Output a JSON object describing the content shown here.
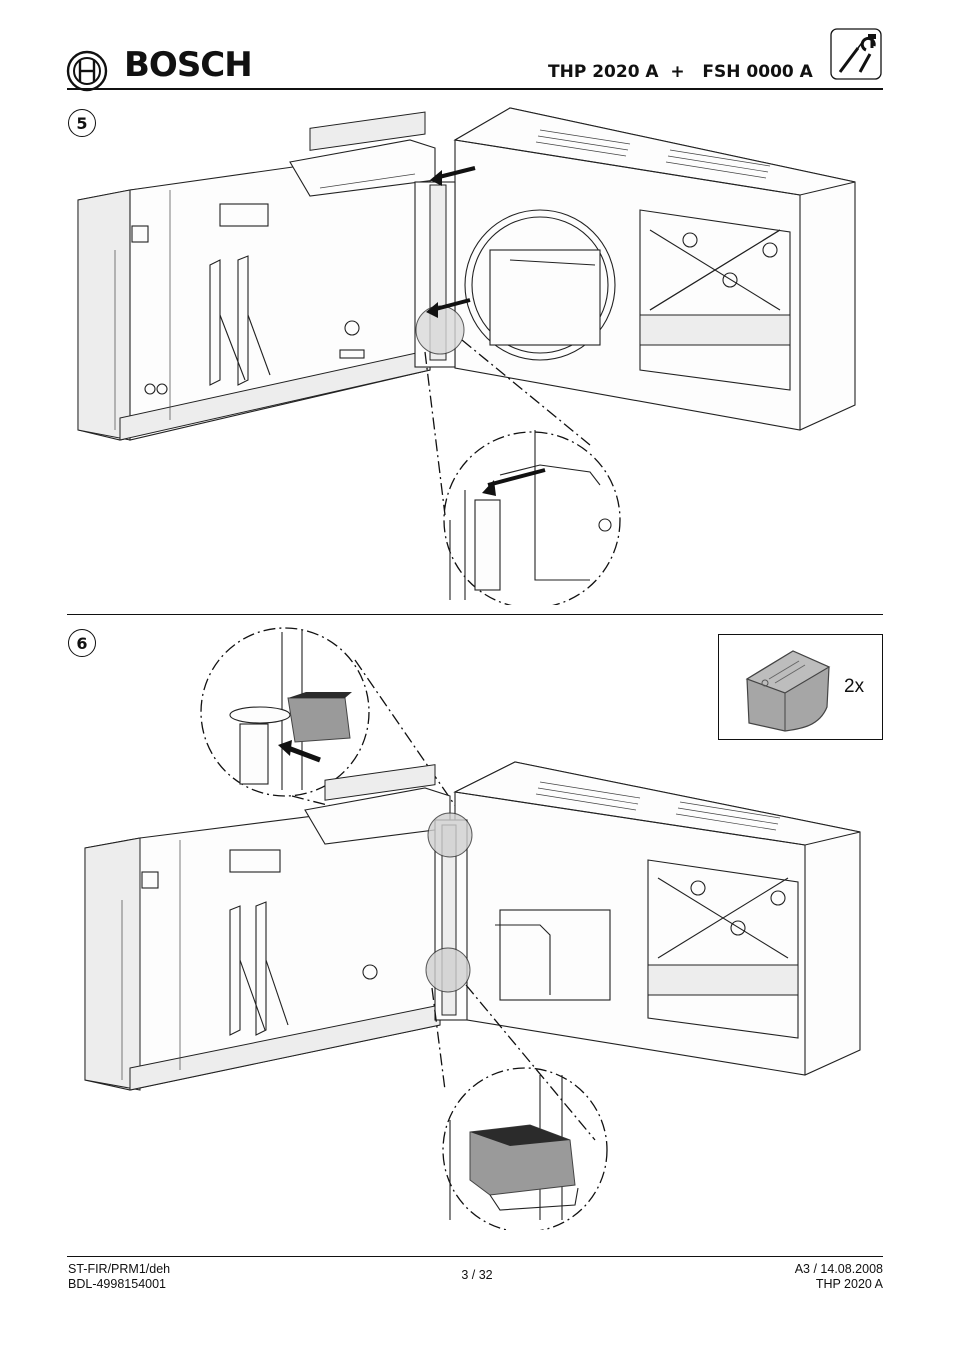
{
  "header": {
    "brand": "BOSCH",
    "title": "THP 2020 A  +   FSH 0000 A",
    "tool_icon": "screwdriver-wrench-icon"
  },
  "steps": [
    {
      "number": "5"
    },
    {
      "number": "6"
    }
  ],
  "parts": {
    "quantity": "2x"
  },
  "footer": {
    "left_line1": "ST-FIR/PRM1/deh",
    "left_line2": "BDL-4998154001",
    "page": "3 / 32",
    "right_line1": "A3 / 14.08.2008",
    "right_line2": "THP 2020 A"
  },
  "colors": {
    "ink": "#111111",
    "part_grey": "#9a9a9a"
  }
}
